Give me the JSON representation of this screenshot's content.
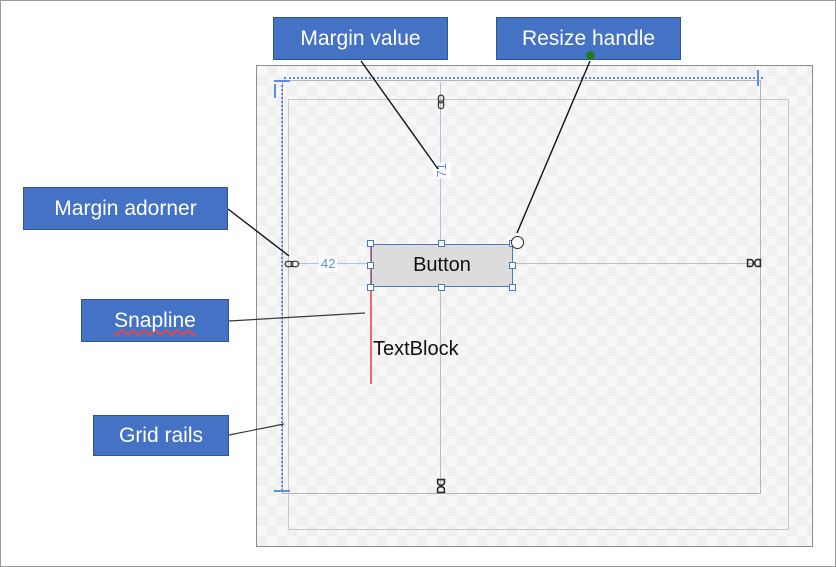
{
  "callouts": [
    {
      "key": "margin_value",
      "label": "Margin value",
      "name": "callout-margin-value"
    },
    {
      "key": "resize_handle",
      "label": "Resize handle",
      "name": "callout-resize-handle"
    },
    {
      "key": "margin_adorner",
      "label": "Margin adorner",
      "name": "callout-margin-adorner"
    },
    {
      "key": "snapline",
      "label": "Snapline",
      "name": "callout-snapline",
      "misspelled": true
    },
    {
      "key": "grid_rails",
      "label": "Grid rails",
      "name": "callout-grid-rails"
    }
  ],
  "callout_text": {
    "margin_value": "Margin value",
    "resize_handle": "Resize handle",
    "margin_adorner": "Margin adorner",
    "snapline": "Snapline",
    "grid_rails": "Grid rails"
  },
  "designer": {
    "elements": {
      "button_label": "Button",
      "textblock_label": "TextBlock"
    },
    "margins": {
      "top_value": "71",
      "left_value": "42"
    },
    "adorner_states": {
      "top": "linked",
      "left": "linked",
      "right": "unlinked",
      "bottom": "unlinked"
    }
  },
  "colors": {
    "callout_fill": "#4472c4",
    "callout_border": "#2f5597",
    "callout_text": "#ffffff",
    "margin_value_text": "#5b8ede",
    "grid_rail": "#5b8ede",
    "snapline": "#f2676a",
    "selection_border": "#4a79bd",
    "button_fill": "#dcdcdc",
    "green_dot": "#1e7c1e",
    "surface_border": "#8d8d8d"
  }
}
